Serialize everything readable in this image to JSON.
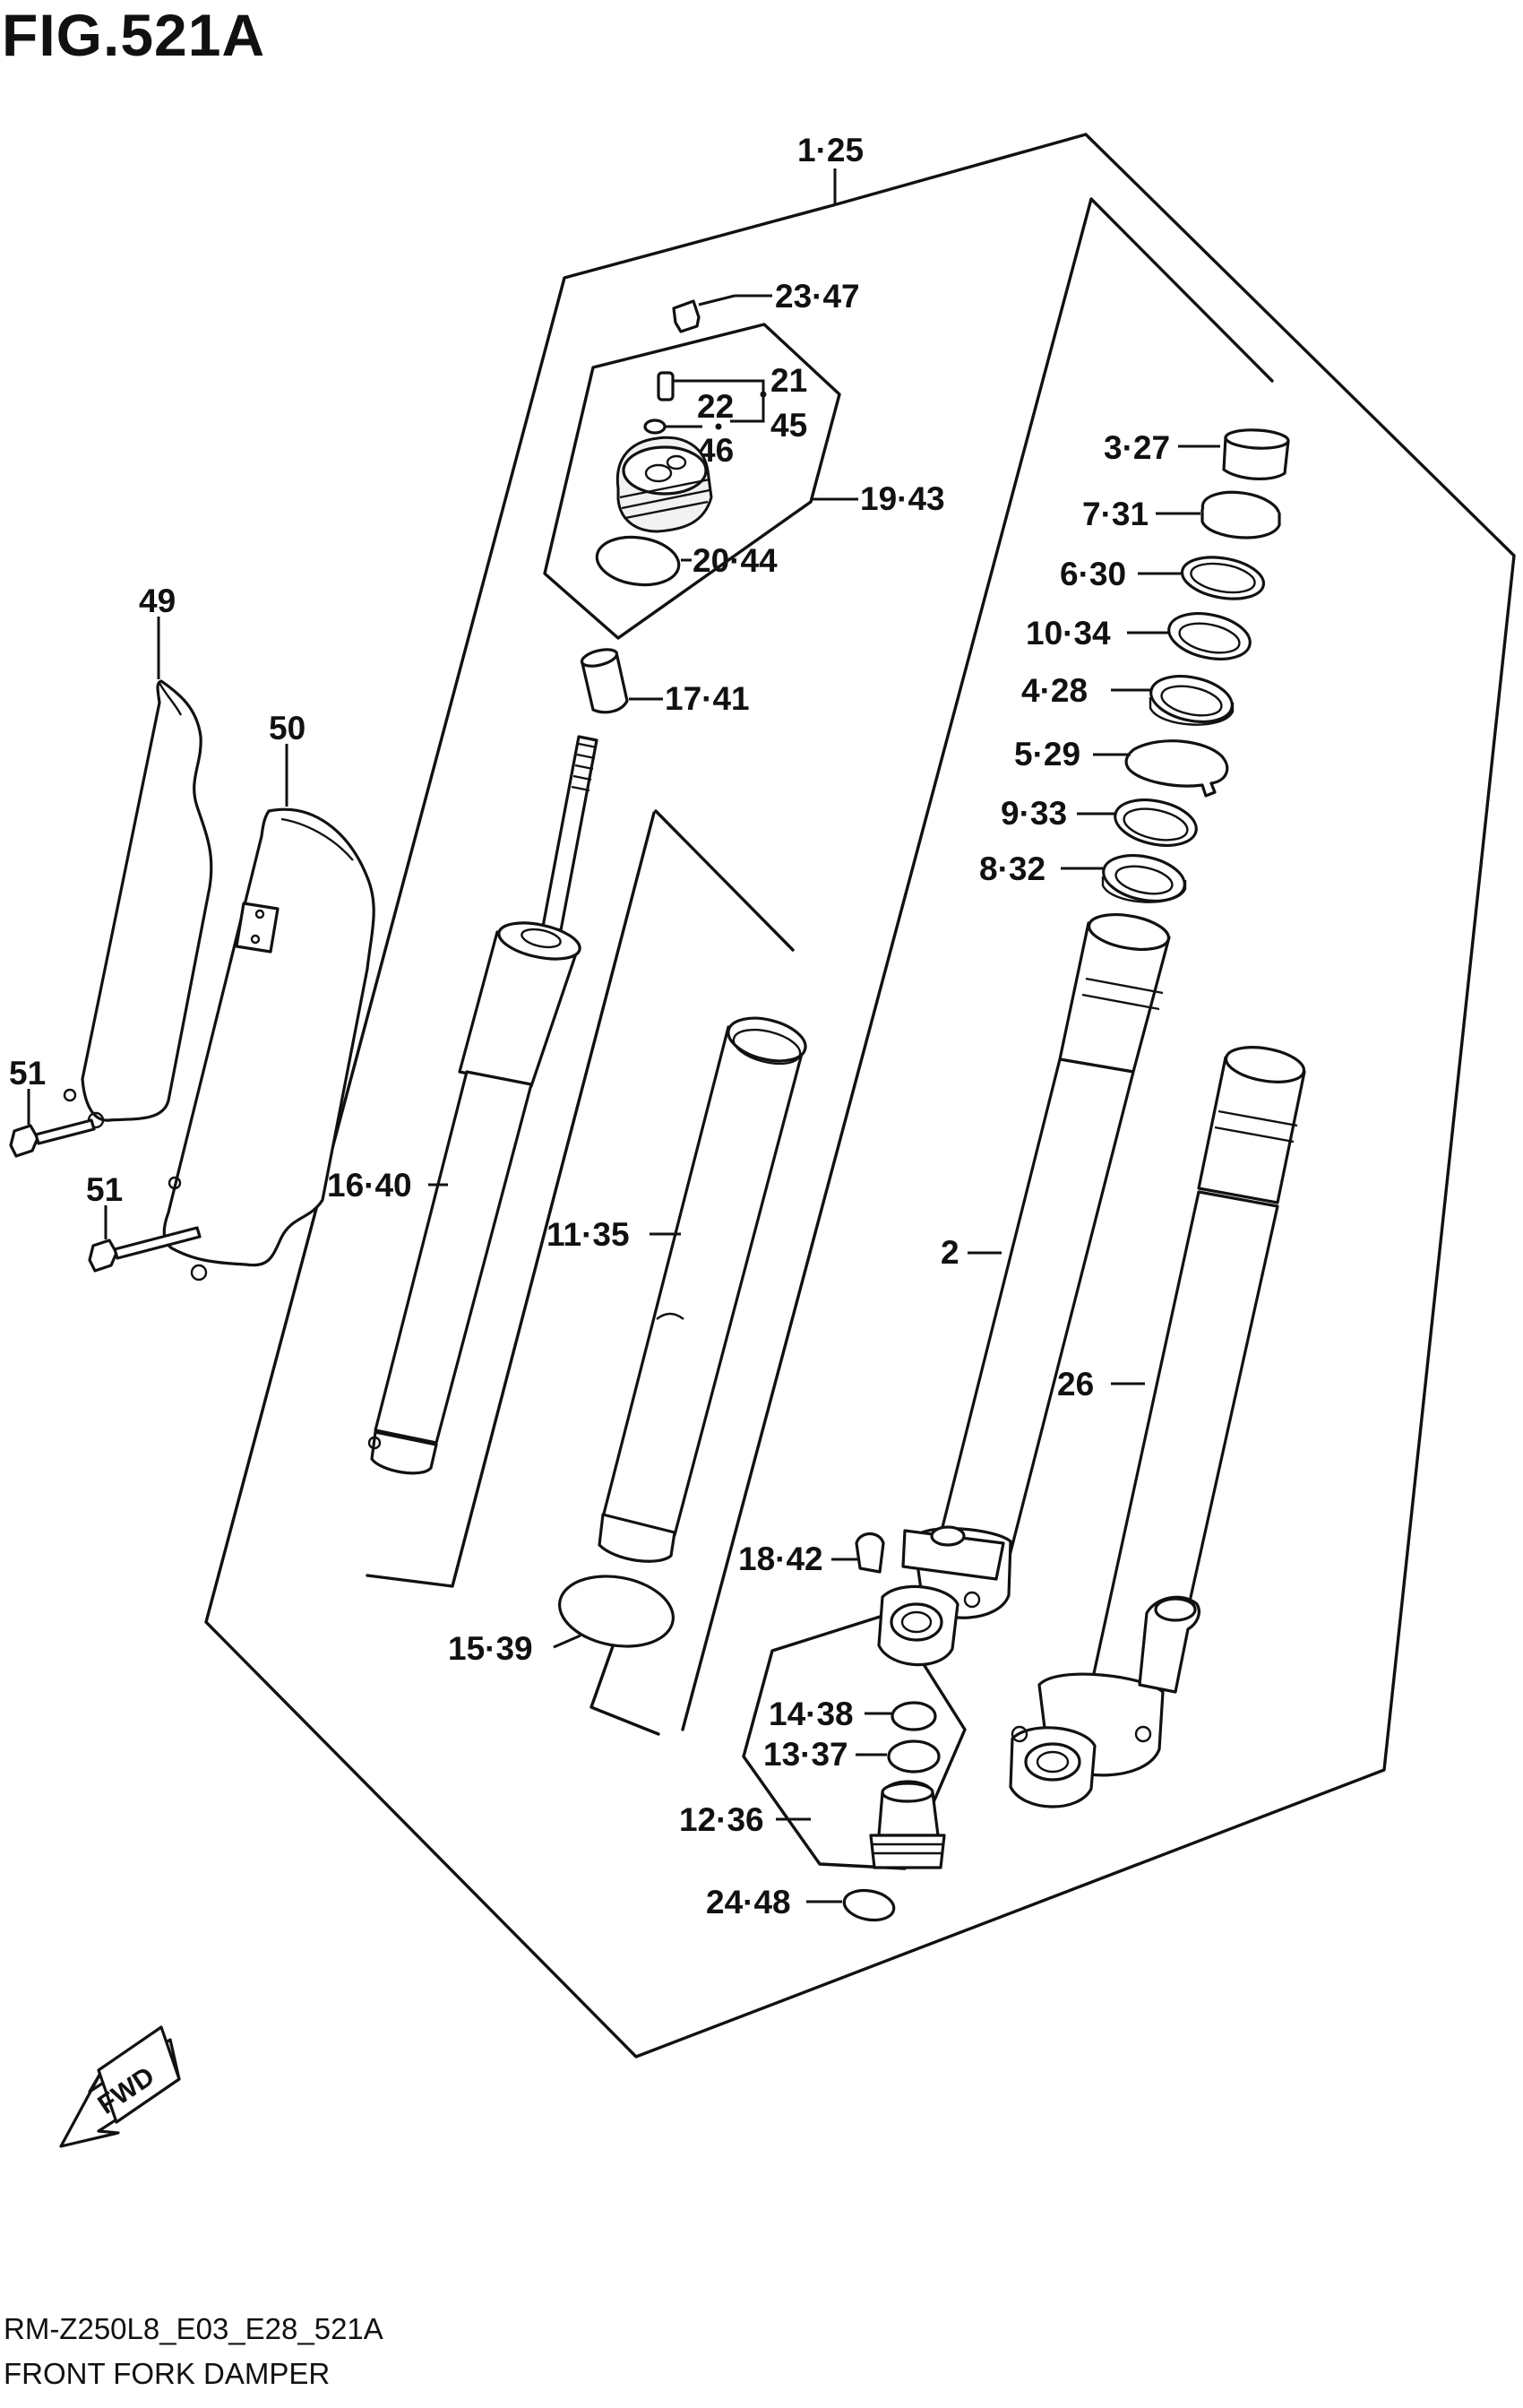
{
  "figure": {
    "title": "FIG.521A",
    "model_code": "RM-Z250L8_E03_E28_521A",
    "caption": "FRONT FORK DAMPER"
  },
  "callouts": {
    "c_1_25": "1·25",
    "c_23_47": "23·47",
    "c_21": "21",
    "c_22": "22",
    "c_45": "45",
    "c_46": "46",
    "c_19_43": "19·43",
    "c_20_44": "20·44",
    "c_17_41": "17·41",
    "c_16_40": "16·40",
    "c_11_35": "11·35",
    "c_15_39": "15·39",
    "c_3_27": "3·27",
    "c_7_31": "7·31",
    "c_6_30": "6·30",
    "c_10_34": "10·34",
    "c_4_28": "4·28",
    "c_5_29": "5·29",
    "c_9_33": "9·33",
    "c_8_32": "8·32",
    "c_2": "2",
    "c_26": "26",
    "c_18_42": "18·42",
    "c_14_38": "14·38",
    "c_13_37": "13·37",
    "c_12_36": "12·36",
    "c_24_48": "24·48",
    "c_49": "49",
    "c_50": "50",
    "c_51a": "51",
    "c_51b": "51"
  },
  "direction_arrow": {
    "label": "FWD"
  },
  "icons": [
    "fwd-arrow-icon"
  ]
}
